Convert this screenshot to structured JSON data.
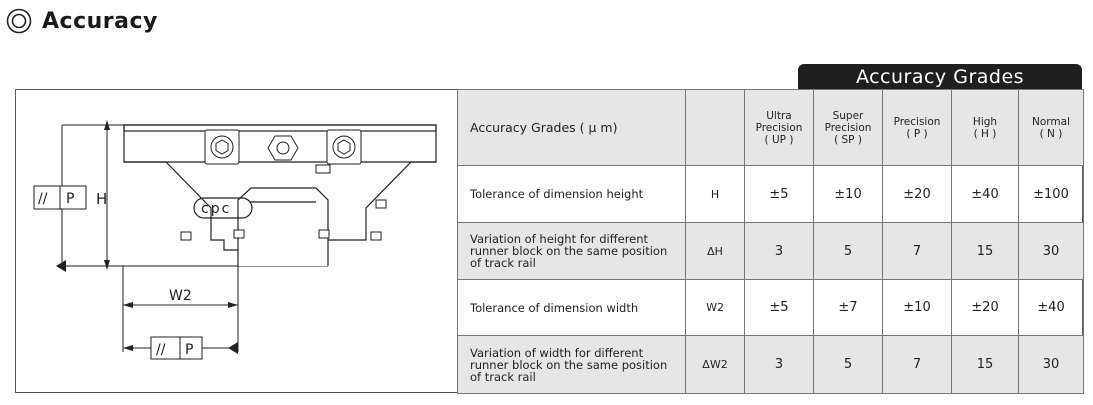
{
  "title": "Accuracy",
  "banner": "Accuracy Grades",
  "diagram": {
    "frame1": [
      "//",
      "P"
    ],
    "frame2": [
      "//",
      "P"
    ],
    "label_h": "H",
    "label_w2": "W2",
    "logo": "cpc"
  },
  "table": {
    "header": {
      "label": "Accuracy Grades ( μ m)",
      "symbol": "",
      "grades": [
        [
          "Ultra",
          "Precision",
          "( UP )"
        ],
        [
          "Super",
          "Precision",
          "( SP )"
        ],
        [
          "Precision",
          "( P )"
        ],
        [
          "High",
          "( H )"
        ],
        [
          "Normal",
          "( N )"
        ]
      ]
    },
    "rows": [
      {
        "desc": [
          "Tolerance of dimension height"
        ],
        "symbol": "H",
        "values": [
          "±5",
          "±10",
          "±20",
          "±40",
          "±100"
        ]
      },
      {
        "desc": [
          "Variation of height for different",
          "runner block on the same position",
          "of track rail"
        ],
        "symbol": "ΔH",
        "values": [
          "3",
          "5",
          "7",
          "15",
          "30"
        ]
      },
      {
        "desc": [
          "Tolerance of dimension width"
        ],
        "symbol": "W2",
        "values": [
          "±5",
          "±7",
          "±10",
          "±20",
          "±40"
        ]
      },
      {
        "desc": [
          "Variation of width for different",
          "runner block on the same position",
          "of track rail"
        ],
        "symbol": "ΔW2",
        "values": [
          "3",
          "5",
          "7",
          "15",
          "30"
        ]
      }
    ]
  }
}
